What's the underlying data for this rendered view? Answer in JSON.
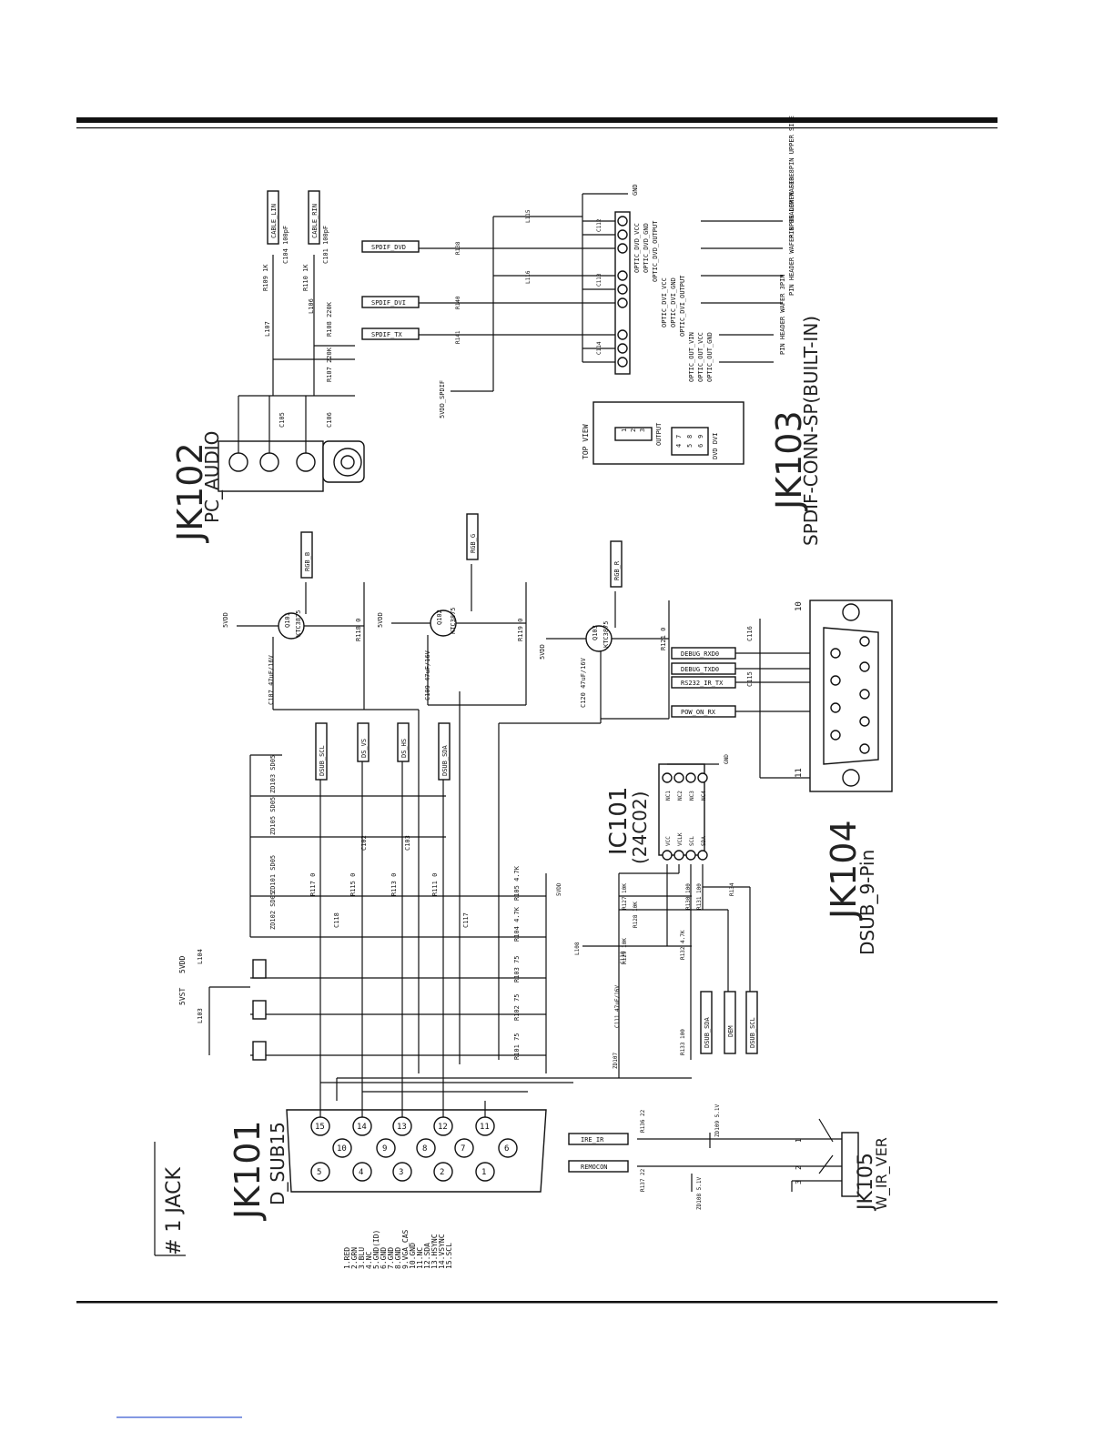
{
  "section": "# 1  JACK",
  "connectors": {
    "jk101": {
      "ref": "JK101",
      "type": "D_SUB15",
      "pin_functions": [
        "1.RED",
        "2.GRN",
        "3.BLU",
        "4.NC",
        "5.GND(ID)",
        "6.GND",
        "7.GND",
        "8.GND",
        "9.VGA_CAS",
        "10.GND",
        "11.NC",
        "12.SDA",
        "13.HSYNC",
        "14.VSYNC",
        "15.SCL"
      ]
    },
    "jk102": {
      "ref": "JK102",
      "type": "PC_AUDIO"
    },
    "jk103": {
      "ref": "JK103",
      "type": "SPDIF-CONN-SP(BUILT-IN)",
      "top_view": "TOP VIEW",
      "output_label": "OUTPUT",
      "dvd_dvi_label": "DVD DVI",
      "header_labels": [
        "PIN HEADER WAFER 8PIN UPPER SIDE",
        "PIN HEADER WAFER 8PIN LOWER SIDE",
        "PIN HEADER WAFER 3PIN"
      ],
      "pins": [
        "OPTIC_DVD_VCC",
        "OPTIC_DVD_GND",
        "OPTIC_DVD_OUTPUT",
        "OPTIC_DVI_VCC",
        "OPTIC_DVI_GND",
        "OPTIC_DVI_OUTPUT",
        "OPTIC_OUT_VIN",
        "OPTIC_OUT_VCC",
        "OPTIC_OUT_GND"
      ]
    },
    "jk104": {
      "ref": "JK104",
      "type": "DSUB_9-Pin"
    },
    "jk105": {
      "ref": "JK105",
      "type": "W_IR_VER"
    }
  },
  "ic101": {
    "ref": "IC101",
    "part": "(24C02)",
    "pins": [
      "VCC",
      "VCLK",
      "SCL",
      "SDA",
      "NC1",
      "NC2",
      "NC3",
      "NC4"
    ]
  },
  "nets": {
    "cable_lin": "CABLE_LIN",
    "cable_rin": "CABLE_RIN",
    "spdif_dvd": "SPDIF_DVD",
    "spdif_dvi": "SPDIF_DVI",
    "spdif_tx": "SPDIF_TX",
    "vdd_spdif": "5VDD_SPDIF",
    "rgb_b": "RGB_B",
    "rgb_g": "RGB_G",
    "rgb_r": "RGB_R",
    "dsub_scl": "DSUB_SCL",
    "ds_vs": "DS_VS",
    "ds_hs": "DS_HS",
    "dsub_sda": "DSUB_SDA",
    "debug_rxd0": "DEBUG_RXD0",
    "debug_txd0": "DEBUG_TXD0",
    "rs232_ir_tx": "RS232_IR_TX",
    "pow_on_rx": "POW_ON_RX",
    "ddc_sda": "DSUB_SDA",
    "ddc_dem": "DEM",
    "ddc_scl": "DSUB_SCL",
    "ire_ir": "IRE_IR",
    "remocon": "REMOCON",
    "v5dd": "5VDD",
    "v5st": "5VST",
    "gnd": "GND"
  },
  "parts": {
    "q101": "Q101",
    "q102": "Q102",
    "q103": "Q103",
    "trans": "KTC3875",
    "c107": "C107  47uF/16V",
    "c109": "C109  47uF/16V",
    "c120": "C120  47uF/16V",
    "r118": "R118  0",
    "r119": "R119  0",
    "r121": "R121  0",
    "r101": "R101  75",
    "r102": "R102  75",
    "r103": "R103  75",
    "r104": "R104  4.7K",
    "r105": "R105  4.7K",
    "r111": "R111  0",
    "r113": "R113  0",
    "r115": "R115  0",
    "r117": "R117  0",
    "zd101": "ZD101  SD05",
    "zd102": "ZD102  SD05",
    "zd103": "ZD103  SD05",
    "zd105": "ZD105  SD05",
    "c102": "C102",
    "c103": "C103",
    "c117": "C117",
    "c118": "C118",
    "l103": "L103",
    "l104": "L104",
    "l108": "L108",
    "c110": "C110",
    "c111": "C111  47uF/16V",
    "r127": "R127  10K",
    "r128": "R128  10K",
    "r129": "R129  10K",
    "r130": "R130  100",
    "r131": "R131  100",
    "r132": "R132  4.7K",
    "r133": "R133  100",
    "r134": "R134",
    "zd107": "ZD107",
    "c104": "C104  100pF",
    "c101": "C101  100pF",
    "c105": "C105",
    "c106": "C106",
    "r107": "R107  220K",
    "r108": "R108  220K",
    "r109": "R109  1K",
    "r110": "R110  1K",
    "l106": "L106",
    "l107": "L107",
    "r138": "R138",
    "r140": "R140",
    "r141": "R141",
    "c112": "C112",
    "c113": "C113",
    "c114": "C114",
    "l115": "L115",
    "l116": "L116",
    "c115": "C115",
    "c116": "C116",
    "r136": "R136  22",
    "r137": "R137  22",
    "zd108": "ZD108  5.1V",
    "zd109": "ZD109  5.1V"
  }
}
